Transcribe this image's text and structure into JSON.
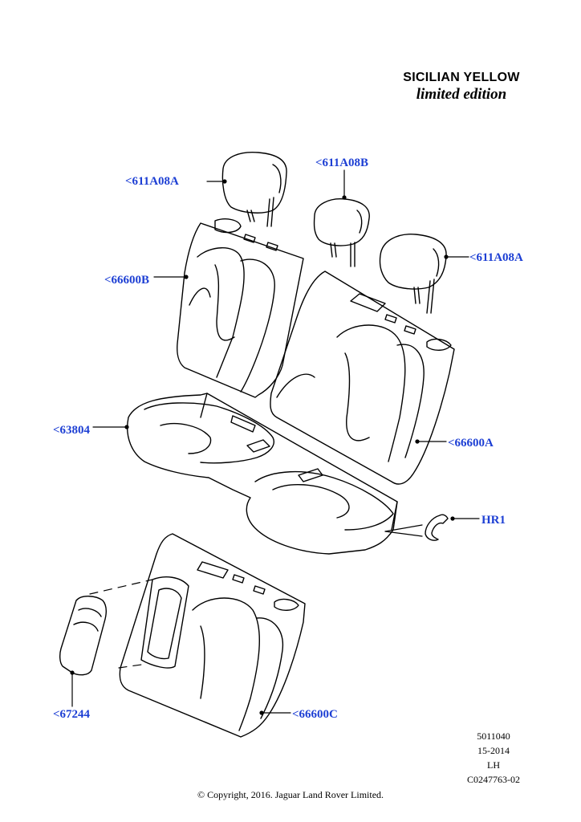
{
  "header": {
    "edition_name": "SICILIAN YELLOW",
    "edition_subtitle": "limited edition"
  },
  "callouts": {
    "headrest_left": "<611A08A",
    "headrest_center": "<611A08B",
    "headrest_right": "<611A08A",
    "backrest_cover_left": "<66600B",
    "backrest_cover_right": "<66600A",
    "cushion_cover": "<63804",
    "hook_ring": "HR1",
    "armrest": "<67244",
    "backrest_cover_lower": "<66600C"
  },
  "drawing_info": {
    "number": "5011040",
    "date": "15-2014",
    "side": "LH",
    "ref": "C0247763-02"
  },
  "copyright": "© Copyright, 2016. Jaguar Land Rover Limited.",
  "colors": {
    "callout_text": "#1d3fd4",
    "line_art": "#000000",
    "background": "#ffffff"
  }
}
